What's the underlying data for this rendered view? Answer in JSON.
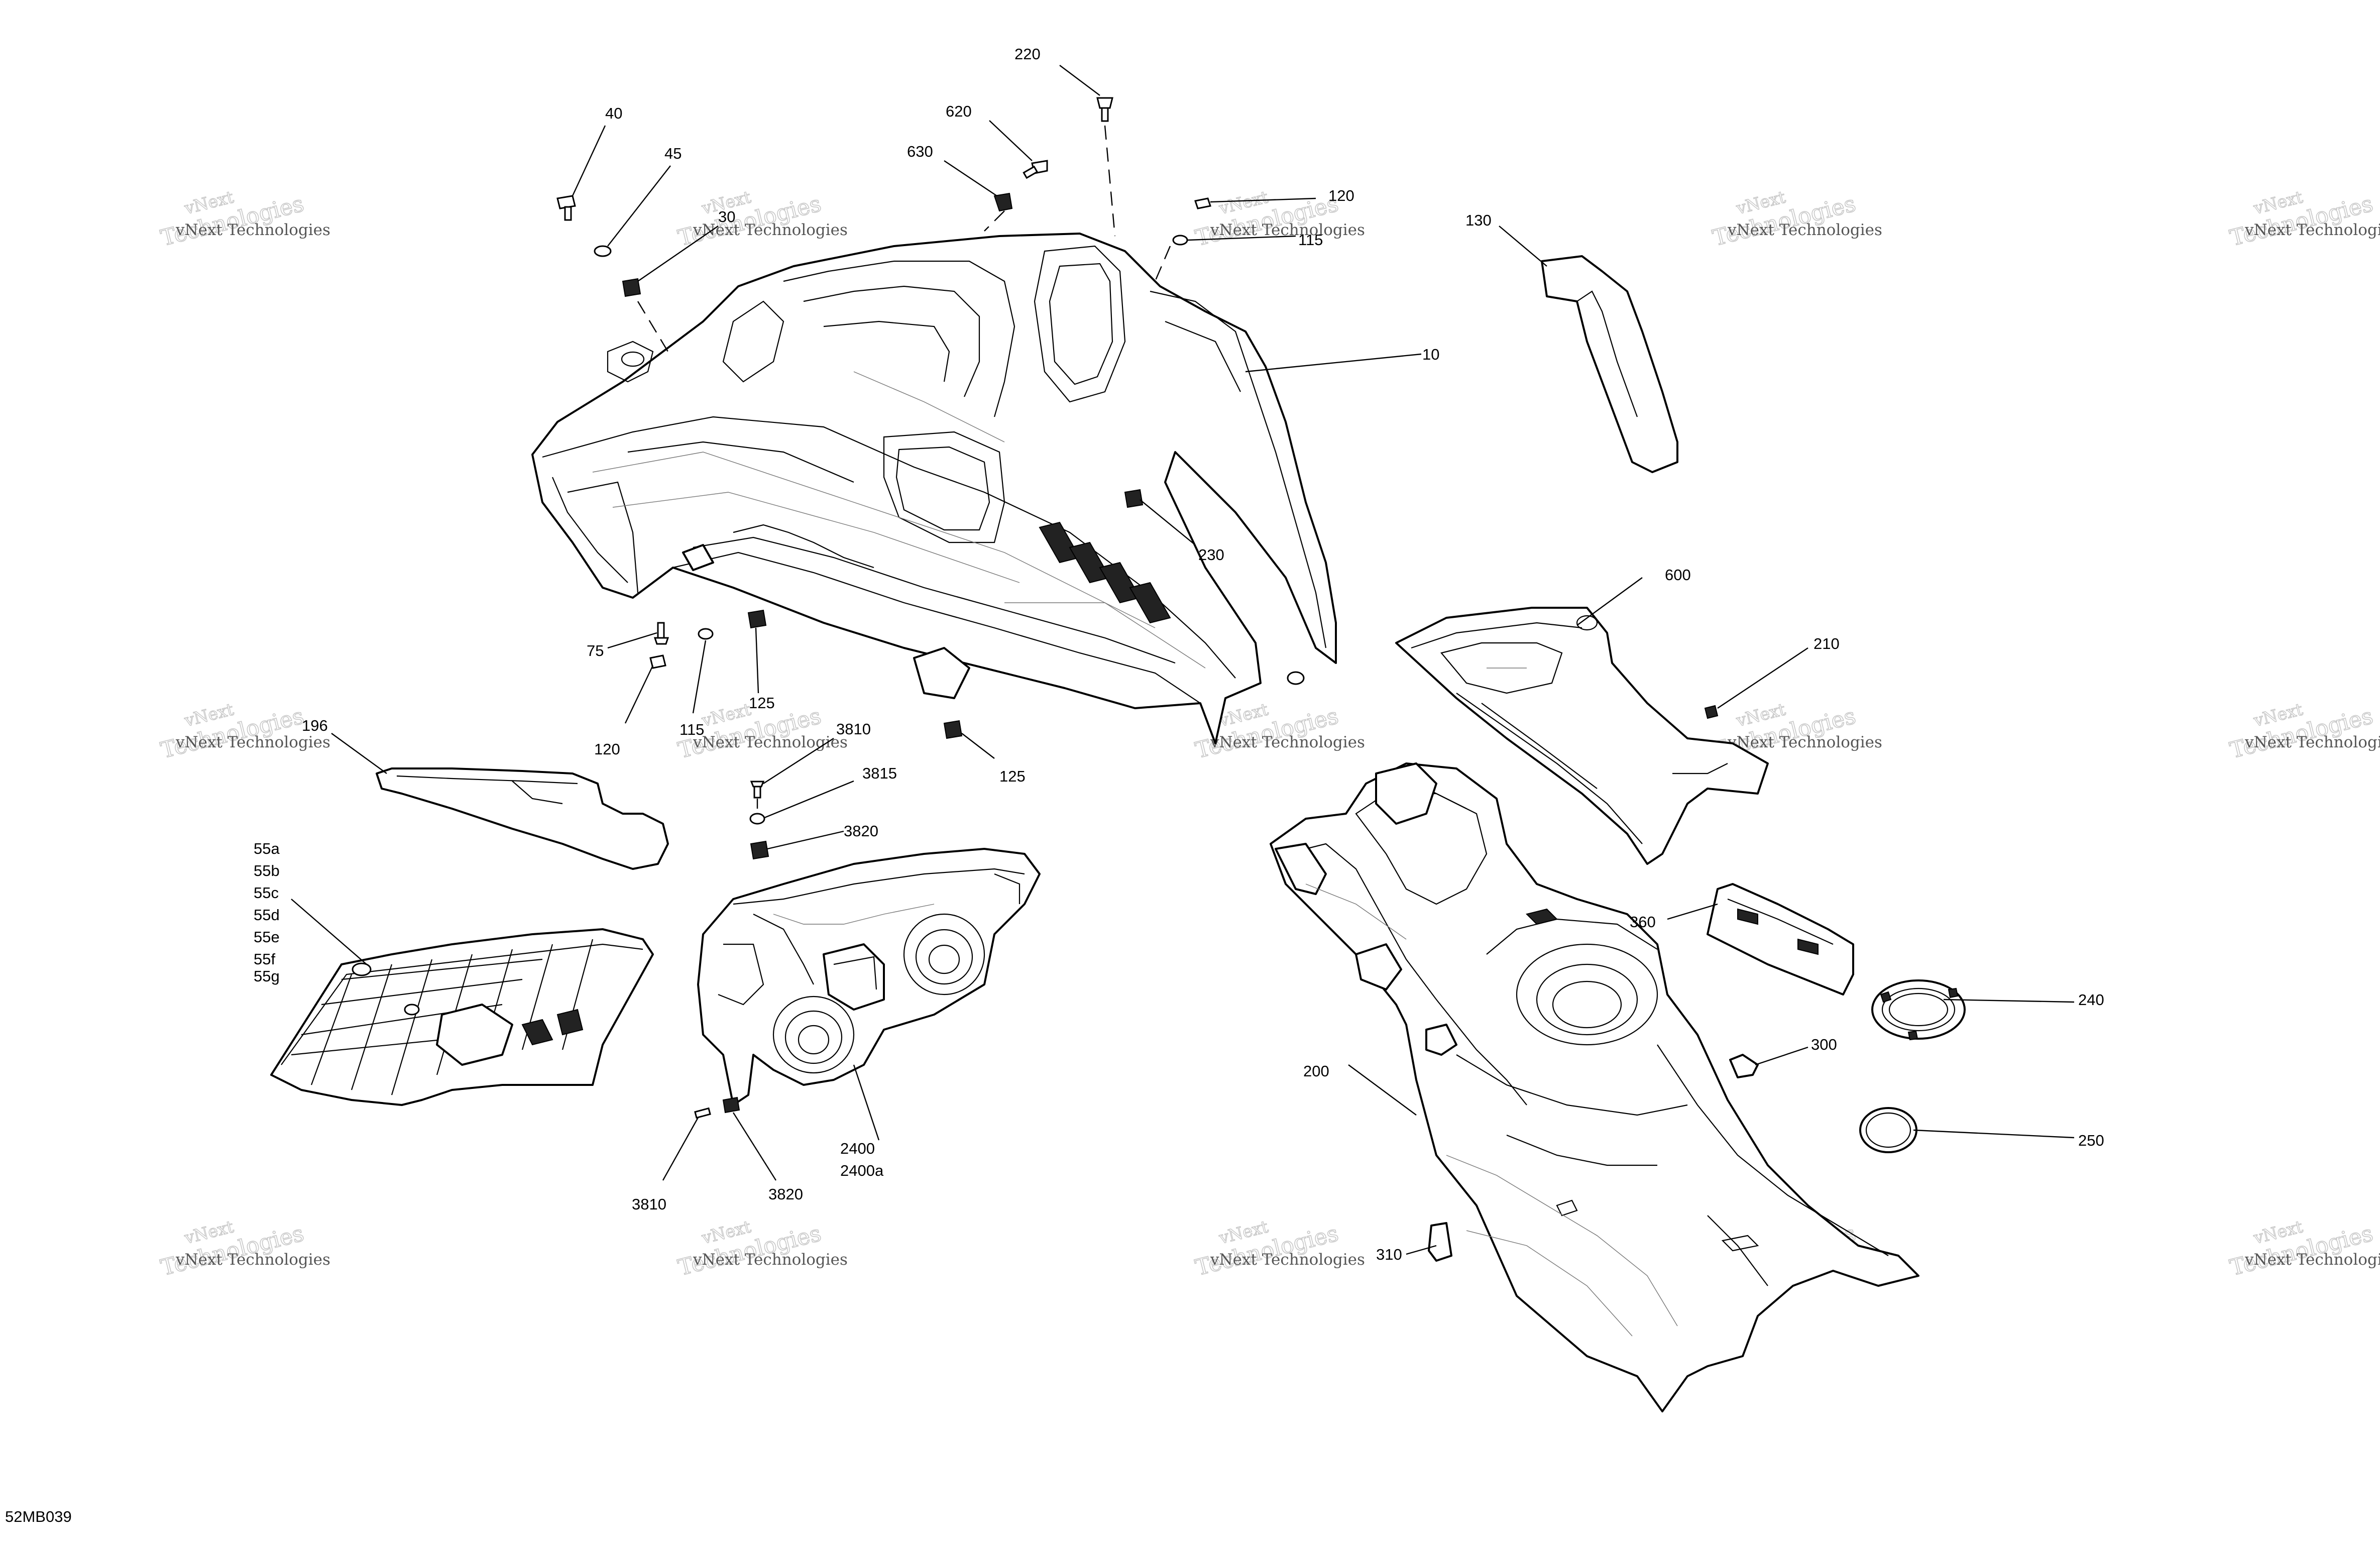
{
  "drawing_id": "52MB039",
  "watermark": {
    "line1": "vNext",
    "line2": "Technologies",
    "small": "vNext Technologies"
  },
  "callouts": {
    "c220": "220",
    "c620": "620",
    "c630": "630",
    "c40": "40",
    "c45": "45",
    "c30": "30",
    "c120a": "120",
    "c115a": "115",
    "c10": "10",
    "c130": "130",
    "c230": "230",
    "c75": "75",
    "c120b": "120",
    "c115b": "115",
    "c125a": "125",
    "c125b": "125",
    "c600": "600",
    "c210": "210",
    "c196": "196",
    "c3810a": "3810",
    "c3815": "3815",
    "c3820a": "3820",
    "c55a": "55a",
    "c55b": "55b",
    "c55c": "55c",
    "c55d": "55d",
    "c55e": "55e",
    "c55f": "55f",
    "c55g": "55g",
    "c360": "360",
    "c240": "240",
    "c300": "300",
    "c200": "200",
    "c250": "250",
    "c2400": "2400",
    "c2400a": "2400a",
    "c3810b": "3810",
    "c3820b": "3820",
    "c310": "310"
  }
}
